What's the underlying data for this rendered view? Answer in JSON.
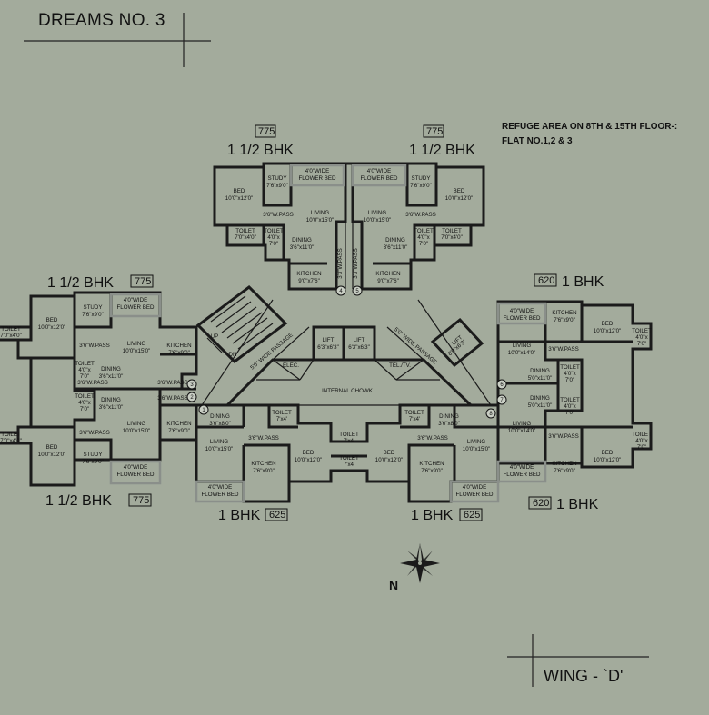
{
  "title": "DREAMS NO. 3",
  "wing": "WING - `D'",
  "note": [
    "REFUGE AREA ON 8TH & 15TH FLOOR-:",
    "FLAT NO.1,2 & 3"
  ],
  "north": "N",
  "flats": {
    "top_left": {
      "type": "1  1/2 BHK",
      "area": "775"
    },
    "top_right": {
      "type": "1  1/2 BHK",
      "area": "775"
    },
    "left_upper": {
      "type": "1  1/2 BHK",
      "area": "775"
    },
    "left_lower": {
      "type": "1  1/2 BHK",
      "area": "775"
    },
    "bottom_left": {
      "type": "1 BHK",
      "area": "625"
    },
    "bottom_right": {
      "type": "1 BHK",
      "area": "625"
    },
    "right_upper": {
      "type": "1 BHK",
      "area": "620"
    },
    "right_lower": {
      "type": "1 BHK",
      "area": "620"
    }
  },
  "flat_numbers": [
    "1",
    "2",
    "3",
    "4",
    "5",
    "6",
    "7",
    "8"
  ],
  "rooms": {
    "bed_10x12": [
      "BED",
      "10'0\"x12'0\""
    ],
    "study": [
      "STUDY",
      "7'6\"x9'0\""
    ],
    "flower_bed": [
      "4'0\"WIDE",
      "FLOWER BED"
    ],
    "living_10x15": [
      "LIVING",
      "10'0\"x15'0\""
    ],
    "living_10x14": [
      "LIVING",
      "10'0\"x14'0\""
    ],
    "pass": "3'6\"W.PASS",
    "toilet_7x4": [
      "TOILET",
      "7'0\"x4'0\""
    ],
    "toilet_4x7": [
      "TOILET",
      "4'0\"x",
      "7'0\""
    ],
    "dining_3x11": [
      "DINING",
      "3'6\"x11'0\""
    ],
    "dining_5x11": [
      "DINING",
      "5'0\"x11'0\""
    ],
    "dining_3x8": [
      "DINING",
      "3'6\"x8'0\""
    ],
    "kitchen_9x7": [
      "KITCHEN",
      "9'0\"x7'6\""
    ],
    "kitchen_7x9": [
      "KITCHEN",
      "7'6\"x9'0\""
    ],
    "toilet_small": [
      "TOILET",
      "7'x4'"
    ],
    "lift": [
      "LIFT",
      "6'3\"x6'3\""
    ],
    "lift_angled": [
      "LIFT",
      "8'0\"x6'3\""
    ],
    "internal_chowk": "INTERNAL CHOWK",
    "elec": "ELEC.",
    "tel_tv": "TEL./TV.",
    "passage": "5'0\" WIDE PASSAGE",
    "stair_pass": "3'3\"W.PASS",
    "up": "UP",
    "dn": "DN"
  }
}
